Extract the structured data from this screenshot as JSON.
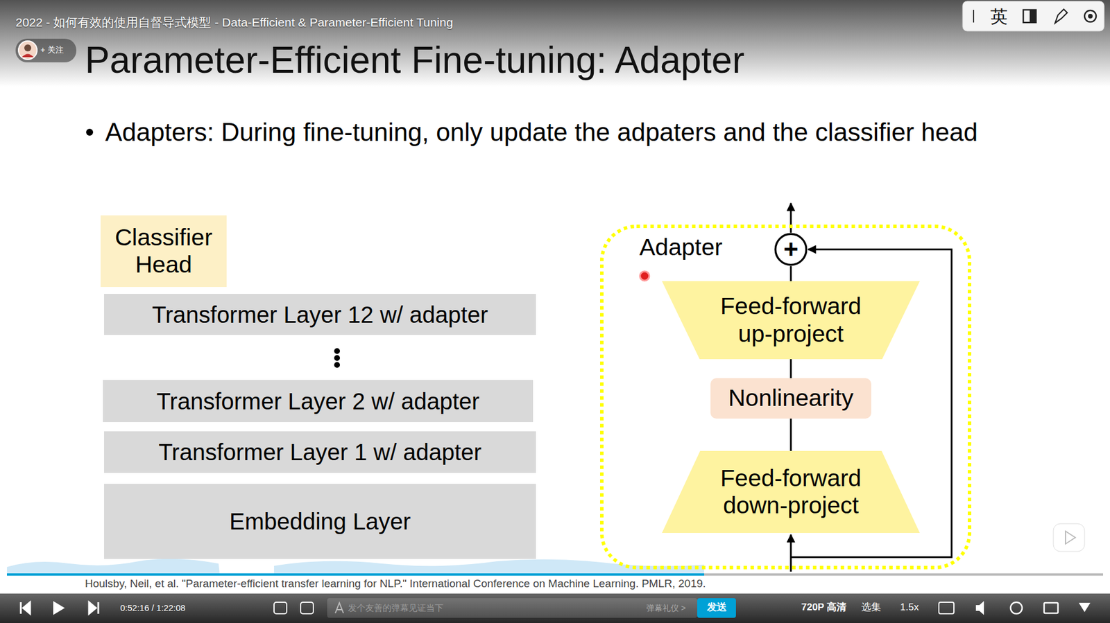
{
  "diagram": {
    "title": "Parameter-Efficient Fine-tuning: Adapter",
    "caption": "Houlsby, Neil, et al. \"Parameter-efficient transfer learning for NLP.\" International Conference on Machine Learning. PMLR, 2019.",
    "nodes": [
      {
        "text": [
          "Classifier Head"
        ]
      },
      {
        "text": [
          "Transformer Layer 12 w/ adapter"
        ]
      },
      {
        "text": [
          "Transformer Layer 2 w/ adapter"
        ]
      },
      {
        "text": [
          "Transformer Layer 1 w/ adapter"
        ]
      },
      {
        "text": [
          "Embedding Layer"
        ]
      },
      {
        "text": [
          "Adapter"
        ]
      },
      {
        "text": [
          "+"
        ],
        "in": 5
      },
      {
        "text": [
          "Feed-forward up-project"
        ],
        "in": 5
      },
      {
        "text": [
          "Nonlinearity"
        ],
        "in": 5
      },
      {
        "text": [
          "Feed-forward down-project"
        ],
        "in": 5
      }
    ],
    "edges": [
      {
        "from": 9,
        "to": 8,
        "arrow": "none"
      },
      {
        "from": 8,
        "to": 7,
        "arrow": "none"
      },
      {
        "from": 7,
        "to": 6,
        "arrow": "none"
      }
    ],
    "labels": [
      "2022 - 如何有效的使用自督导式模型 - Data-Efficient & Parameter-Efficient Tuning",
      "+ 关注",
      "英",
      "Adapters: During fine-tuning, only update the adpaters and the classifier head",
      "0:52:16 / 1:22:08",
      "发个友善的弹幕见证当下",
      "弹幕礼仪 >",
      "发送",
      "720P 高清",
      "选集",
      "1.5x"
    ]
  }
}
